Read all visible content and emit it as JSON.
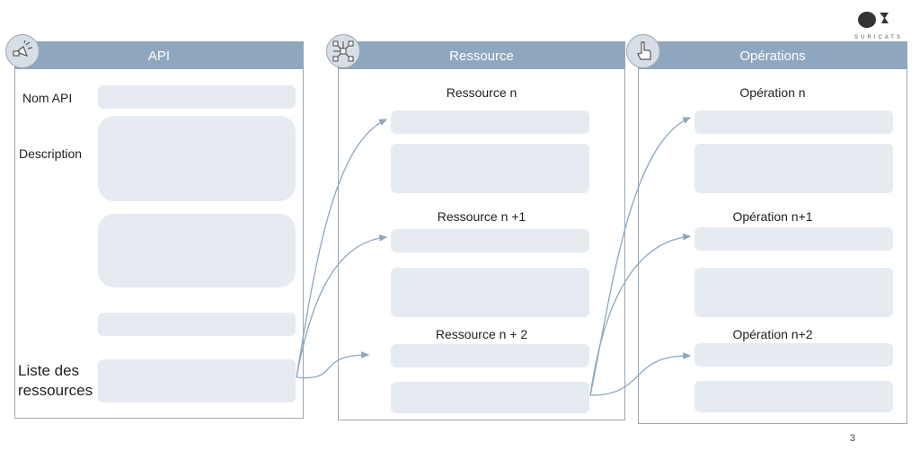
{
  "logo": {
    "text": "SURICATS"
  },
  "page_number": "3",
  "api_panel": {
    "title": "API",
    "icon": "speaker-hand-icon",
    "labels": {
      "name": "Nom API",
      "description": "Description",
      "resources_list": "Liste des ressources"
    }
  },
  "resource_panel": {
    "title": "Ressource",
    "icon": "network-nodes-icon",
    "items": [
      {
        "title": "Ressource n"
      },
      {
        "title": "Ressource n +1"
      },
      {
        "title": "Ressource n + 2"
      }
    ]
  },
  "operations_panel": {
    "title": "Opérations",
    "icon": "pointing-hand-icon",
    "items": [
      {
        "title": "Opération n"
      },
      {
        "title": "Opération n+1"
      },
      {
        "title": "Opération n+2"
      }
    ]
  },
  "colors": {
    "header": "#8ea7bf",
    "field": "#e6ebf2",
    "border": "#9aa6b3",
    "arrow": "#8ea7bf"
  }
}
